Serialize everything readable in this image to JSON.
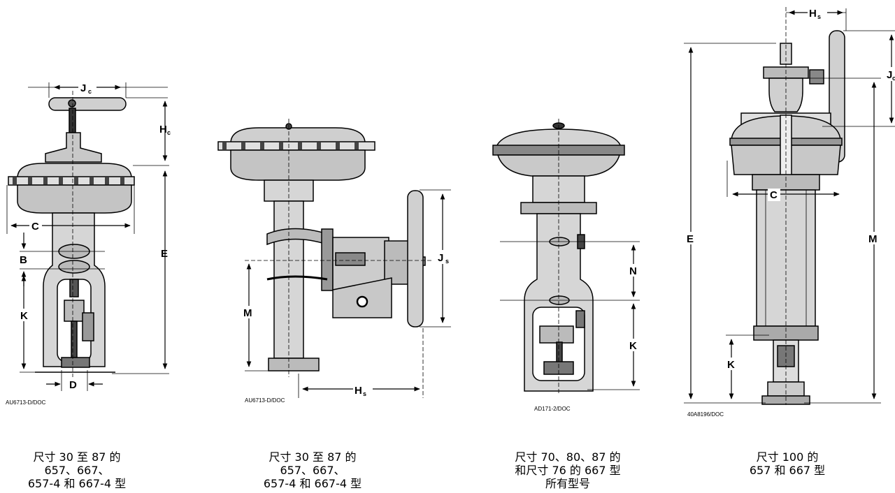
{
  "figures": [
    {
      "code": "AU6713-D/DOC",
      "labels": {
        "Jc": "J",
        "Jc_sub": "c",
        "Hc": "H",
        "Hc_sub": "c",
        "C": "C",
        "B": "B",
        "E": "E",
        "K": "K",
        "D": "D"
      },
      "caption": [
        "尺寸 30 至 87 的",
        "657、667、",
        "657-4 和 667-4 型"
      ]
    },
    {
      "code": "AU6713-D/DOC",
      "labels": {
        "M": "M",
        "Js": "J",
        "Js_sub": "s",
        "Hs": "H",
        "Hs_sub": "s"
      },
      "caption": [
        "尺寸 30 至 87 的",
        "657、667、",
        "657-4 和 667-4 型"
      ]
    },
    {
      "code": "AD171-2/DOC",
      "labels": {
        "N": "N",
        "K": "K"
      },
      "caption": [
        "尺寸 70、80、87 的",
        "和尺寸 76 的 667 型",
        "所有型号"
      ]
    },
    {
      "code": "40A8196/DOC",
      "labels": {
        "Hs": "H",
        "Hs_sub": "s",
        "J": "J",
        "J_sub": "c",
        "C": "C",
        "E": "E",
        "M": "M",
        "K": "K"
      },
      "caption": [
        "尺寸 100 的",
        "657 和 667 型"
      ]
    }
  ]
}
